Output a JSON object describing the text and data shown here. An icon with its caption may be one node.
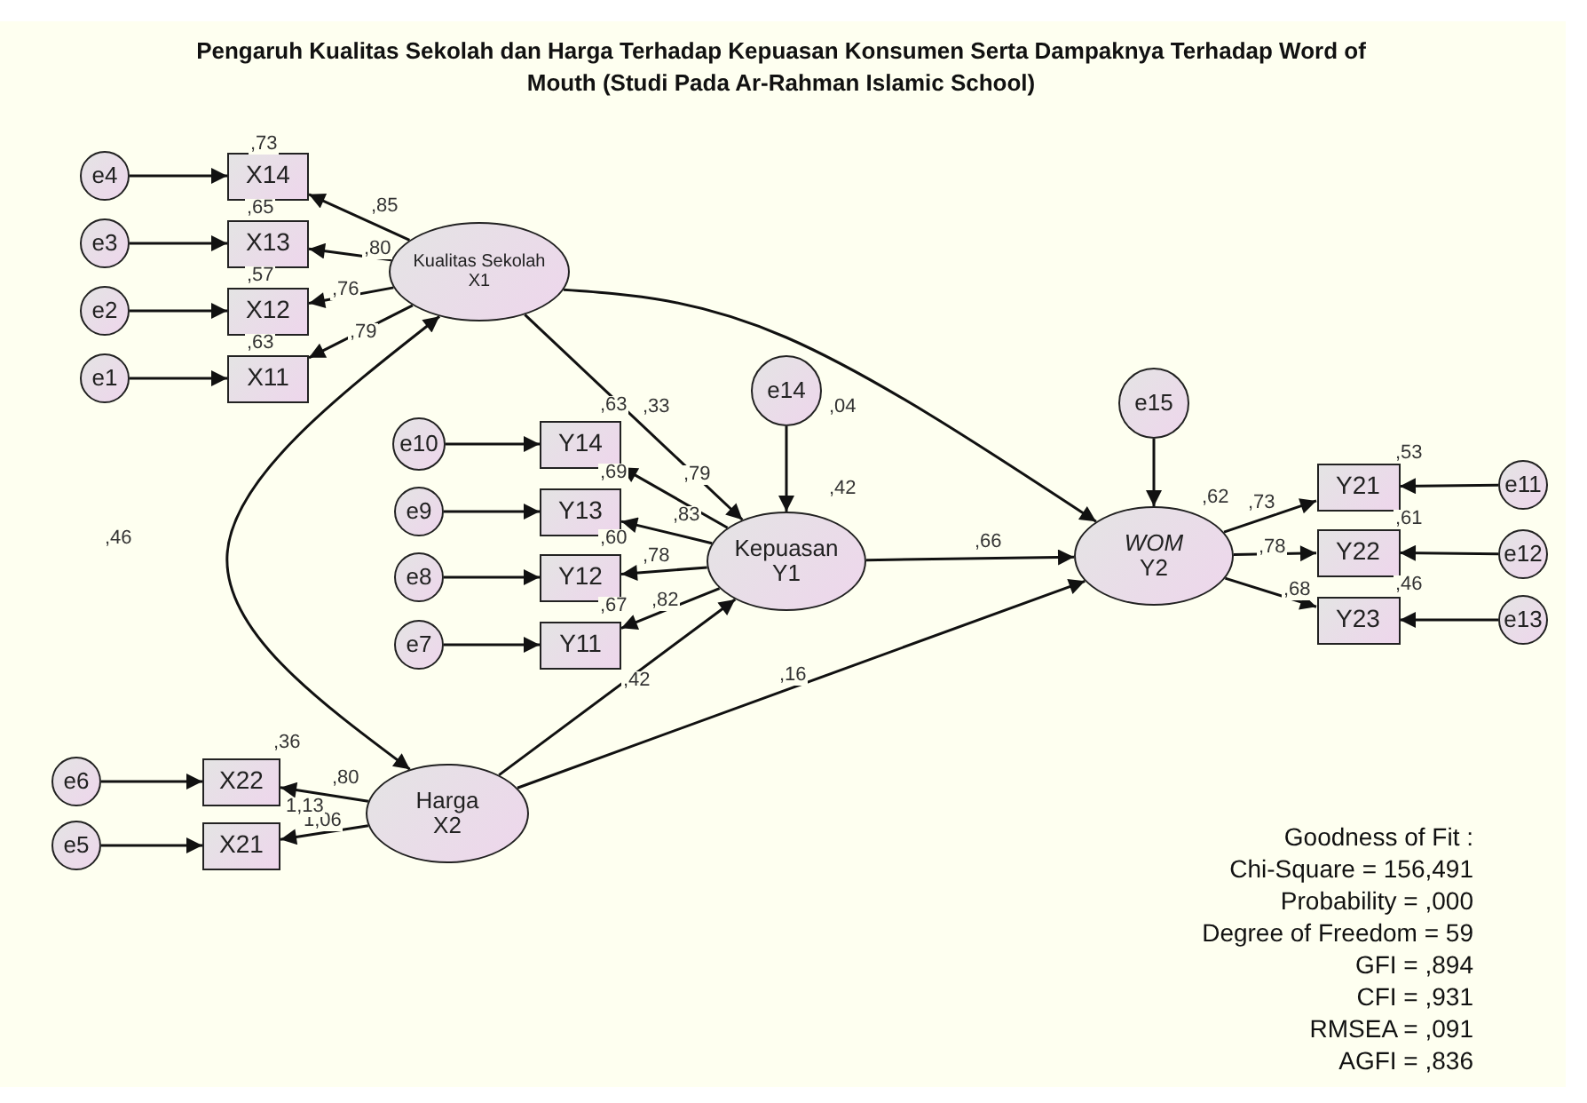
{
  "diagram": {
    "title": "Pengaruh Kualitas Sekolah dan Harga Terhadap Kepuasan Konsumen Serta Dampaknya Terhadap Word of Mouth (Studi Pada Ar-Rahman Islamic School)",
    "nodes": [
      {
        "text": [
          "e4"
        ]
      },
      {
        "text": [
          "X14"
        ],
        "beside": [
          ",73"
        ]
      },
      {
        "text": [
          "e3"
        ]
      },
      {
        "text": [
          "X13"
        ],
        "beside": [
          ",65"
        ]
      },
      {
        "text": [
          "e2"
        ]
      },
      {
        "text": [
          "X12"
        ],
        "beside": [
          ",57"
        ]
      },
      {
        "text": [
          "e1"
        ]
      },
      {
        "text": [
          "X11"
        ],
        "beside": [
          ",63"
        ]
      },
      {
        "text": [
          "Kualitas Sekolah",
          "X1"
        ]
      },
      {
        "text": [
          "e14"
        ]
      },
      {
        "text": [
          "e15"
        ]
      },
      {
        "text": [
          "e10"
        ]
      },
      {
        "text": [
          "Y14"
        ],
        "beside": [
          ",63"
        ]
      },
      {
        "text": [
          "e9"
        ]
      },
      {
        "text": [
          "Y13"
        ],
        "beside": [
          ",69"
        ]
      },
      {
        "text": [
          "e8"
        ]
      },
      {
        "text": [
          "Y12"
        ],
        "beside": [
          ",60"
        ]
      },
      {
        "text": [
          "e7"
        ]
      },
      {
        "text": [
          "Y11"
        ],
        "beside": [
          ",67"
        ]
      },
      {
        "text": [
          "Kepuasan",
          "Y1"
        ],
        "beside": [
          ",42"
        ]
      },
      {
        "text": [
          "*WOM*",
          "Y2"
        ],
        "beside": [
          ",62"
        ]
      },
      {
        "text": [
          "Y21"
        ],
        "beside": [
          ",53"
        ]
      },
      {
        "text": [
          "e11"
        ]
      },
      {
        "text": [
          "Y22"
        ],
        "beside": [
          ",61"
        ]
      },
      {
        "text": [
          "e12"
        ]
      },
      {
        "text": [
          "Y23"
        ],
        "beside": [
          ",46"
        ]
      },
      {
        "text": [
          "e13"
        ]
      },
      {
        "text": [
          "e6"
        ]
      },
      {
        "text": [
          "X22"
        ],
        "beside": [
          ",36"
        ]
      },
      {
        "text": [
          "e5"
        ]
      },
      {
        "text": [
          "X21"
        ],
        "beside": [
          "1,13"
        ]
      },
      {
        "text": [
          "Harga",
          "X2"
        ]
      }
    ],
    "edges": [
      {
        "from": 0,
        "to": 1,
        "arrow": "to"
      },
      {
        "from": 2,
        "to": 3,
        "arrow": "to"
      },
      {
        "from": 4,
        "to": 5,
        "arrow": "to"
      },
      {
        "from": 6,
        "to": 7,
        "arrow": "to"
      },
      {
        "from": 8,
        "to": 1,
        "arrow": "to",
        "label": ",85"
      },
      {
        "from": 8,
        "to": 3,
        "arrow": "to",
        "label": ",80"
      },
      {
        "from": 8,
        "to": 5,
        "arrow": "to",
        "label": ",76"
      },
      {
        "from": 8,
        "to": 7,
        "arrow": "to",
        "label": ",79"
      },
      {
        "from": 11,
        "to": 12,
        "arrow": "to"
      },
      {
        "from": 13,
        "to": 14,
        "arrow": "to"
      },
      {
        "from": 15,
        "to": 16,
        "arrow": "to"
      },
      {
        "from": 17,
        "to": 18,
        "arrow": "to"
      },
      {
        "from": 19,
        "to": 12,
        "arrow": "to",
        "label": ",79"
      },
      {
        "from": 19,
        "to": 14,
        "arrow": "to",
        "label": ",83"
      },
      {
        "from": 19,
        "to": 16,
        "arrow": "to",
        "label": ",78"
      },
      {
        "from": 19,
        "to": 18,
        "arrow": "to",
        "label": ",82"
      },
      {
        "from": 8,
        "to": 19,
        "arrow": "to",
        "label": ",33"
      },
      {
        "from": 31,
        "to": 19,
        "arrow": "to",
        "label": ",42"
      },
      {
        "from": 8,
        "to": 20,
        "arrow": "to",
        "label": ",04"
      },
      {
        "from": 9,
        "to": 19,
        "arrow": "to"
      },
      {
        "from": 19,
        "to": 20,
        "arrow": "to",
        "label": ",66"
      },
      {
        "from": 31,
        "to": 20,
        "arrow": "to",
        "label": ",16"
      },
      {
        "from": 10,
        "to": 20,
        "arrow": "to"
      },
      {
        "from": 20,
        "to": 21,
        "arrow": "to",
        "label": ",73"
      },
      {
        "from": 20,
        "to": 23,
        "arrow": "to",
        "label": ",78"
      },
      {
        "from": 20,
        "to": 25,
        "arrow": "to",
        "label": ",68"
      },
      {
        "from": 22,
        "to": 21,
        "arrow": "to"
      },
      {
        "from": 24,
        "to": 23,
        "arrow": "to"
      },
      {
        "from": 26,
        "to": 25,
        "arrow": "to"
      },
      {
        "from": 8,
        "to": 31,
        "arrow": "both",
        "label": ",46"
      },
      {
        "from": 27,
        "to": 28,
        "arrow": "to"
      },
      {
        "from": 29,
        "to": 30,
        "arrow": "to"
      },
      {
        "from": 31,
        "to": 28,
        "arrow": "to",
        "label": ",80"
      },
      {
        "from": 31,
        "to": 30,
        "arrow": "to",
        "label": "1,06"
      }
    ],
    "labels": [
      "Goodness of Fit :",
      "Chi-Square = 156,491",
      "Probability = ,000",
      "Degree of Freedom = 59",
      "GFI = ,894",
      "CFI = ,931",
      "RMSEA = ,091",
      "AGFI = ,836"
    ]
  }
}
